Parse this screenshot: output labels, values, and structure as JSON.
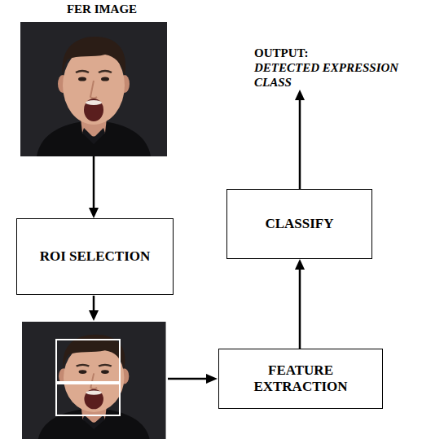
{
  "diagram": {
    "nodes": [
      {
        "text": [
          "FER IMAGE"
        ]
      },
      {
        "text": [
          "OUTPUT:",
          "DETECTED EXPRESSION CLASS"
        ]
      },
      {
        "text": [
          "ROI SELECTION"
        ]
      },
      {
        "text": [
          "CLASSIFY"
        ]
      },
      {
        "text": [
          "FEATURE EXTRACTION"
        ]
      }
    ],
    "edges": [
      {
        "from": 0,
        "to": 2,
        "arrow": "to"
      },
      {
        "from": 4,
        "to": 3,
        "arrow": "to"
      },
      {
        "from": 3,
        "to": 1,
        "arrow": "to"
      }
    ]
  }
}
